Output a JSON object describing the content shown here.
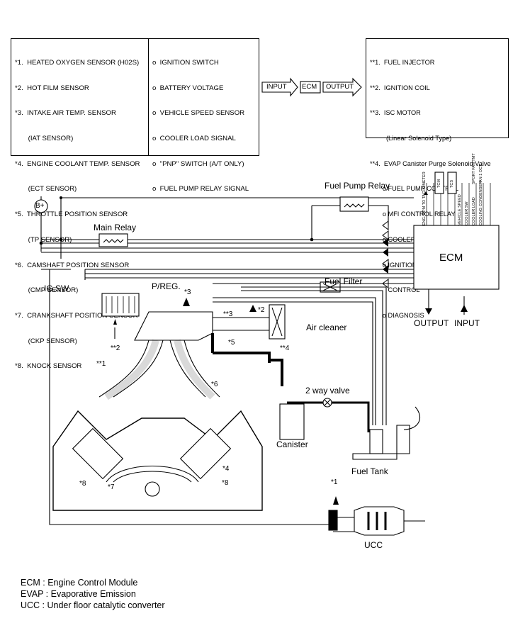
{
  "inputs_box": {
    "left_items": [
      "*1.  HEATED OXYGEN SENSOR (H02S)",
      "*2.  HOT FILM SENSOR",
      "*3.  INTAKE AIR TEMP. SENSOR",
      "       (IAT SENSOR)",
      "*4.  ENGINE COOLANT TEMP. SENSOR",
      "       (ECT SENSOR)",
      "*5.  THROTTLE POSITION SENSOR",
      "       (TP SENSOR)",
      "*6.  CAMSHAFT POSITION SENSOR",
      "       (CMP SENSOR)",
      "*7.  CRANKSHAFT POSITION SENSOR",
      "       (CKP SENSOR)",
      "*8.  KNOCK SENSOR"
    ],
    "right_items": [
      "o  IGNITION SWITCH",
      "o  BATTERY VOLTAGE",
      "o  VEHICLE SPEED SENSOR",
      "o  COOLER LOAD SIGNAL",
      "o  \"PNP\" SWITCH (A/T ONLY)",
      "o  FUEL PUMP RELAY SIGNAL"
    ]
  },
  "flow": {
    "input": "INPUT",
    "ecm": "ECM",
    "output": "OUTPUT"
  },
  "outputs_box": {
    "items": [
      "**1.  FUEL INJECTOR",
      "**2.  IGNITION COIL",
      "**3.  ISC MOTOR",
      "         (Linear Solenoid Type)",
      "**4.  EVAP Canister Purge Solenoid Valve",
      "       o FUEL PUMP CONTROL",
      "       o MFI CONTROL RELAY",
      "       o COOLER RELAY",
      "       o IGNITION TIMING",
      "          CONTROL",
      "       o DIAGNOSIS"
    ]
  },
  "diagram": {
    "ecm": "ECM",
    "output": "OUTPUT",
    "input": "INPUT",
    "fuel_pump_relay": "Fuel Pump Relay",
    "main_relay": "Main Relay",
    "battery": "B+",
    "ig_sw": "IG.SW",
    "preg": "P/REG.",
    "fuel_filter": "Fuel Filter",
    "air_cleaner": "Air cleaner",
    "two_way_valve": "2 way valve",
    "canister": "Canister",
    "fuel_tank": "Fuel Tank",
    "ucc": "UCC",
    "tcm": "TCM",
    "tcs": "TCS",
    "ecm_small": {
      "rpm": "ENG. RPM TO TACHOMETER",
      "vss": "VEHICLE SPEED",
      "cooler_sw": "COOLER SW",
      "cooler_load": "COOLER LOAD",
      "cooler_cond": "COOLING CONDENSER",
      "sport": "SPORT FAN TMT",
      "fan": "FAN 1 OCT"
    },
    "markers": {
      "s1": "*1",
      "s2": "*2",
      "s3": "*3",
      "s4": "*4",
      "s5": "*5",
      "s6": "*6",
      "s7": "*7",
      "s8a": "*8",
      "s8b": "*8",
      "a1": "**1",
      "a2": "**2",
      "a3": "**3",
      "a4": "**4"
    }
  },
  "legend": [
    "ECM : Engine Control Module",
    "EVAP : Evaporative Emission",
    "UCC : Under floor catalytic converter"
  ]
}
